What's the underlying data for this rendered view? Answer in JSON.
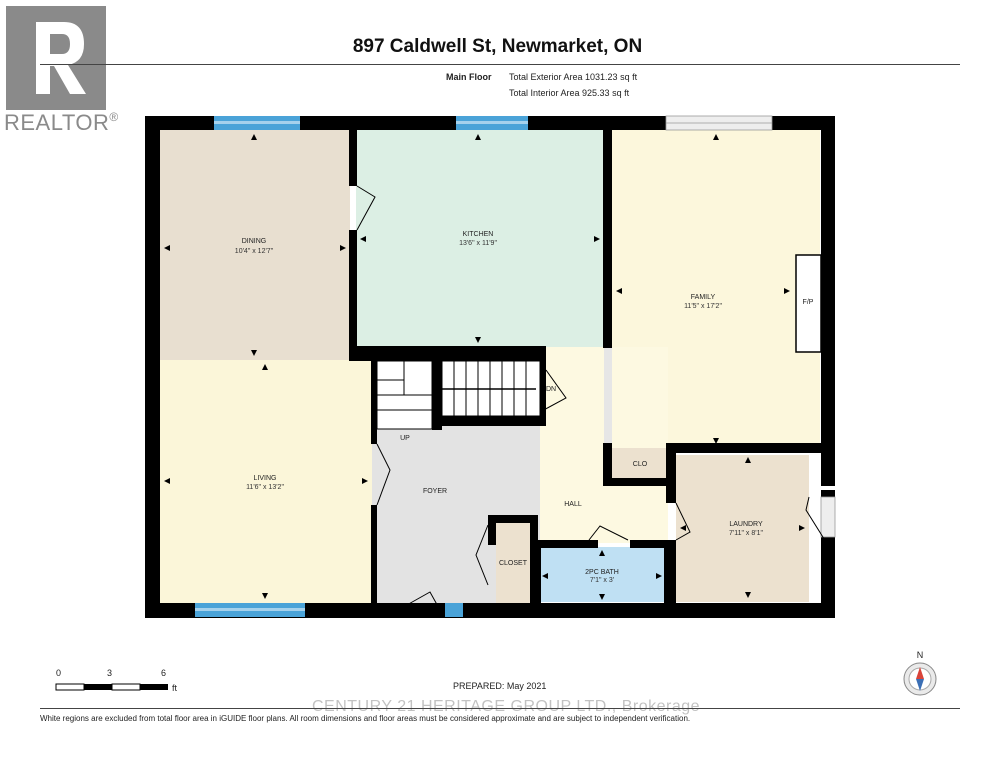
{
  "branding": {
    "realtor_word": "REALTOR",
    "registered_mark": "®"
  },
  "header": {
    "title": "897 Caldwell St, Newmarket, ON",
    "floor_label": "Main Floor",
    "exterior_area": "Total Exterior Area 1031.23 sq ft",
    "interior_area": "Total Interior Area 925.33 sq ft"
  },
  "rooms": {
    "dining": {
      "name": "DINING",
      "dims": "10'4\" x 12'7\""
    },
    "kitchen": {
      "name": "KITCHEN",
      "dims": "13'6\" x 11'9\""
    },
    "family": {
      "name": "FAMILY",
      "dims": "11'5\" x 17'2\""
    },
    "living": {
      "name": "LIVING",
      "dims": "11'6\" x 13'2\""
    },
    "laundry": {
      "name": "LAUNDRY",
      "dims": "7'11\" x 8'1\""
    },
    "bath": {
      "name": "2PC BATH",
      "dims": "7'1\" x 3'"
    },
    "foyer": {
      "name": "FOYER"
    },
    "hall": {
      "name": "HALL"
    },
    "closet": {
      "name": "CLOSET"
    },
    "clo": {
      "name": "CLO"
    },
    "fireplace": {
      "name": "F/P"
    },
    "stairs_up": {
      "name": "UP"
    },
    "stairs_dn": {
      "name": "DN"
    }
  },
  "scale_bar": {
    "labels": [
      "0",
      "3",
      "6"
    ],
    "unit": "ft"
  },
  "footer": {
    "prepared": "PREPARED: May 2021",
    "disclaimer": "White regions are excluded from total floor area in iGUIDE floor plans. All room dimensions and floor areas must be considered approximate and are subject to independent verification.",
    "watermark": "CENTURY 21 HERITAGE GROUP LTD., Brokerage"
  },
  "compass": {
    "north": "N"
  },
  "colors": {
    "wall": "#000000",
    "dining": "#e8dfd0",
    "kitchen": "#dcefe4",
    "family": "#fcf7dc",
    "living": "#fbf6d9",
    "laundry": "#ece1cf",
    "bath": "#bfe0f3",
    "foyer": "#e3e3e3",
    "hall": "#fdf9e1",
    "closet": "#ece1cf",
    "window": "#4aa3d8"
  }
}
